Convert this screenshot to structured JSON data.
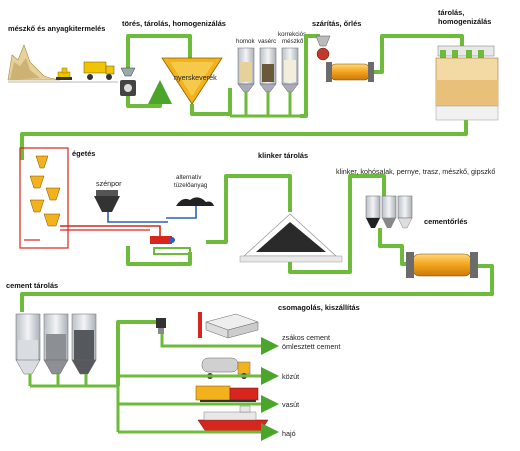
{
  "colors": {
    "pipe": "#6dbb3a",
    "pipe_dark": "#3f8f1c",
    "arrow": "#4aa52a",
    "mixer_yellow": "#f2b21e",
    "kiln_orange": "#f4a21b",
    "silo_grey": "#cfd4da",
    "burner_red": "#d8261e",
    "fuel_blue": "#2b5fc0"
  },
  "labels": {
    "quarry": "mészkő és anyagkitermelés",
    "crushing": "törés, tárolás, homogenizálás",
    "mixer": "nyerskeverék",
    "sand": "homok",
    "iron_ore": "vasérc",
    "correction": "korrekciós",
    "limestone": "mészkő",
    "drying": "szárítás, őrlés",
    "storage_homog_1": "tárolás,",
    "storage_homog_2": "homogenizálás",
    "burning": "égetés",
    "coal": "szénpor",
    "alt_fuel_1": "alternatív",
    "alt_fuel_2": "tüzelőanyag",
    "clinker_storage": "klinker tárolás",
    "additives": "klinker, kohósalak, pernye, trasz, mészkő, gipszkő",
    "cement_mill": "cementőrlés",
    "cement_storage": "cement tárolás",
    "packing": "csomagolás, kiszállítás",
    "bagged": "zsákos cement",
    "bulk": "ömlesztett cement",
    "road": "közút",
    "rail": "vasút",
    "ship": "hajó"
  },
  "icons": [
    "quarry-hill-icon",
    "bulldozer-icon",
    "dump-truck-icon",
    "crusher-icon",
    "mixer-hopper-icon",
    "correction-silo-icon",
    "dryer-mill-icon",
    "homogenizing-silo-icon",
    "preheater-tower-icon",
    "coal-hopper-icon",
    "alt-fuel-pile-icon",
    "rotary-kiln-icon",
    "clinker-pile-icon",
    "additive-silo-icon",
    "ball-mill-icon",
    "cement-silo-icon",
    "bagging-machine-icon",
    "pallet-icon",
    "tanker-truck-icon",
    "locomotive-icon",
    "ship-icon"
  ]
}
